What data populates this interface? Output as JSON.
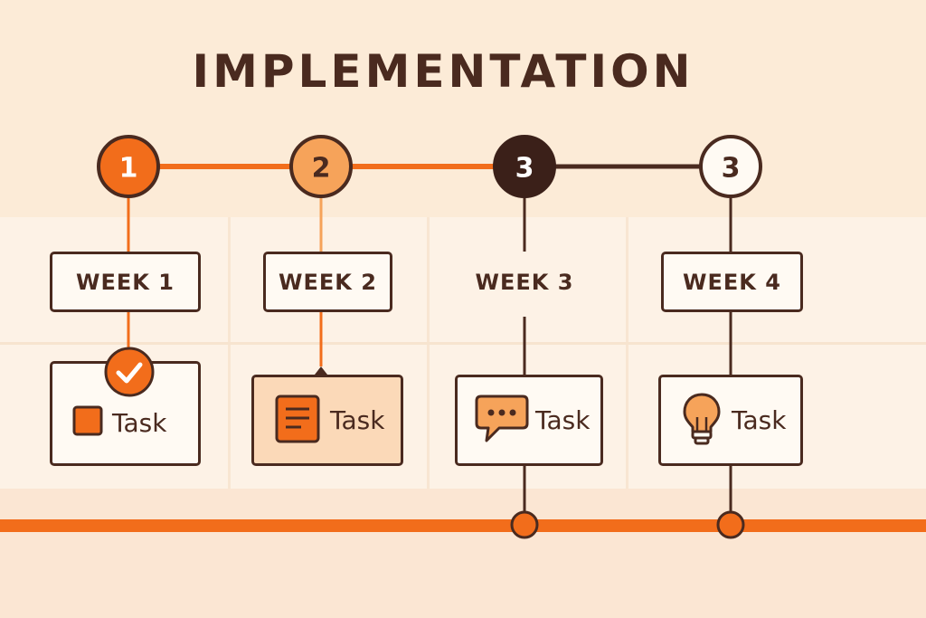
{
  "title": "IMPLEMENTATION",
  "steps": [
    {
      "number": "1",
      "week": "WEEK 1",
      "task": "Task",
      "icon": "orange-square-icon",
      "status": "completed"
    },
    {
      "number": "2",
      "week": "WEEK 2",
      "task": "Task",
      "icon": "document-icon",
      "status": "in-progress"
    },
    {
      "number": "3",
      "week": "WEEK 3",
      "task": "Task",
      "icon": "chat-bubble-icon",
      "status": "current"
    },
    {
      "number": "3",
      "week": "WEEK 4",
      "task": "Task",
      "icon": "lightbulb-icon",
      "status": "upcoming"
    }
  ],
  "colors": {
    "orange": "#f26d1b",
    "light_orange": "#f6a35a",
    "dark": "#4a2a1f",
    "cream": "#fffaf3",
    "background": "#fcebd7"
  }
}
